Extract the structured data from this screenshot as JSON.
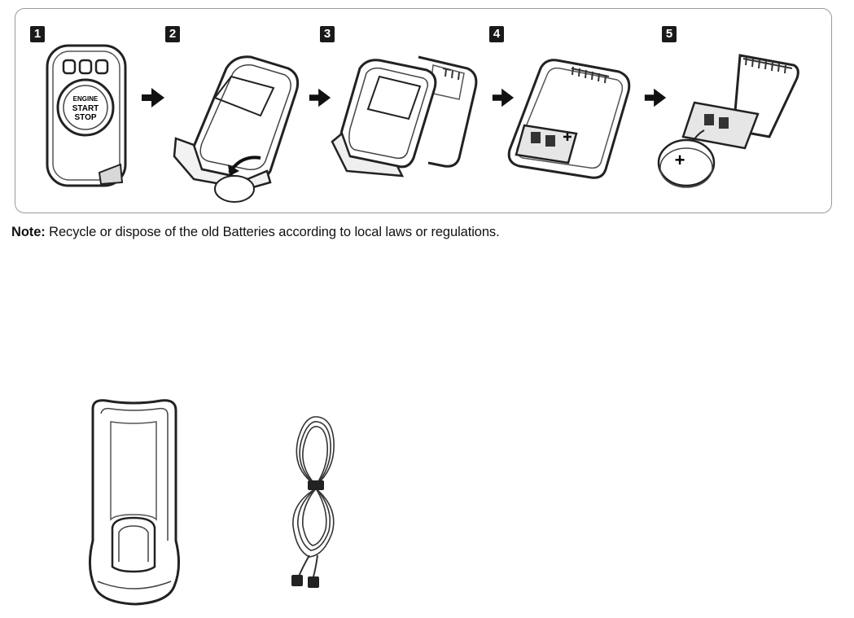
{
  "steps": [
    {
      "number": "1"
    },
    {
      "number": "2"
    },
    {
      "number": "3"
    },
    {
      "number": "4"
    },
    {
      "number": "5"
    }
  ],
  "fob_button": {
    "line1": "ENGINE",
    "line2": "START",
    "line3": "STOP"
  },
  "battery_symbol": "+",
  "icons": [
    "arrow-right-icon"
  ],
  "note": {
    "label": "Note:",
    "text": " Recycle or dispose of the old Batteries according to local laws or regulations."
  }
}
